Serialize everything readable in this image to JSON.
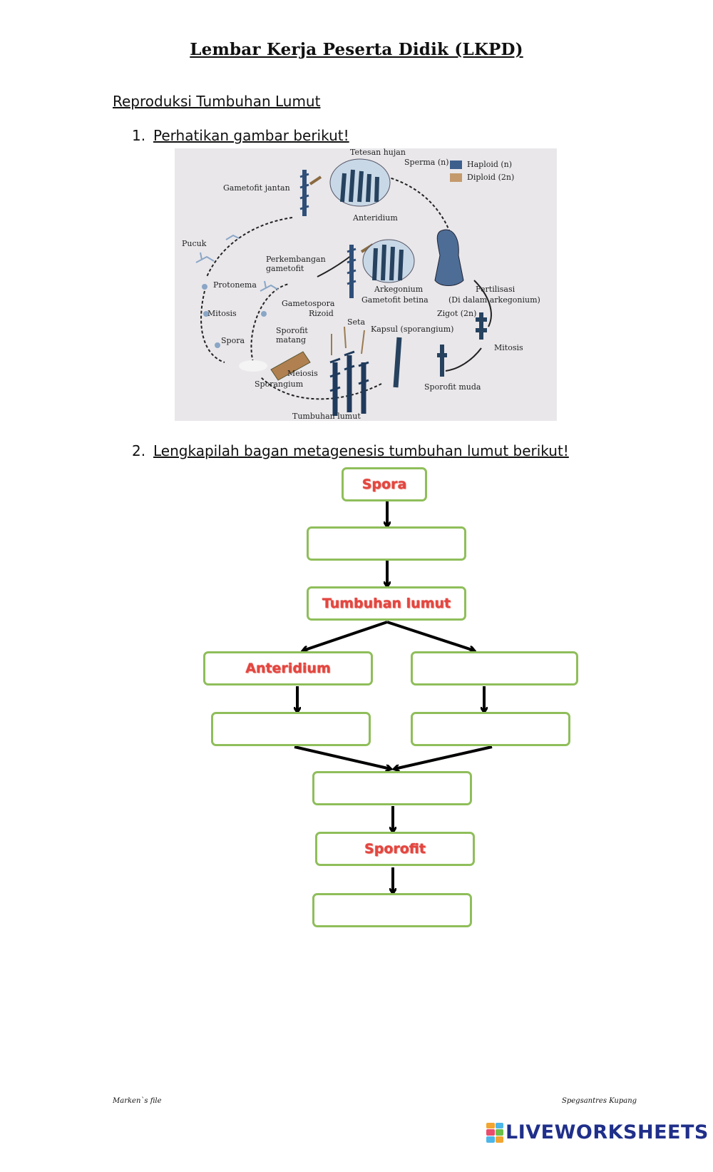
{
  "header": {
    "title": "Lembar Kerja Peserta Didik (LKPD)",
    "subtitle": "Reproduksi Tumbuhan Lumut"
  },
  "questions": [
    {
      "number": "1.",
      "text": "Perhatikan gambar berikut!"
    },
    {
      "number": "2.",
      "text": "Lengkapilah bagan metagenesis tumbuhan lumut berikut!"
    }
  ],
  "figure": {
    "labels": {
      "tetesan_hujan": "Tetesan hujan",
      "sperma": "Sperma (n)",
      "haploid": "Haploid (n)",
      "diploid": "Diploid (2n)",
      "gametofit_jantan": "Gametofit jantan",
      "anteridium": "Anteridium",
      "pucuk": "Pucuk",
      "perkembangan": "Perkembangan",
      "gametofit": "gametofit",
      "protonema": "Protonema",
      "arkegonium": "Arkegonium",
      "gametofit_betina": "Gametofit betina",
      "fertilisasi": "Fertilisasi",
      "di_dalam": "(Di dalam arkegonium)",
      "gametospora": "Gametospora",
      "rizoid": "Rizoid",
      "mitosis_left": "Mitosis",
      "seta": "Seta",
      "zigot": "Zigot (2n)",
      "sporofit_matang_1": "Sporofit",
      "sporofit_matang_2": "matang",
      "kapsul": "Kapsul (sporangium)",
      "spora": "Spora",
      "mitosis_right": "Mitosis",
      "meiosis": "Meiosis",
      "sporangium": "Sporangium",
      "sporofit_muda": "Sporofit muda",
      "tumbuhan_lumut": "Tumbuhan lumut"
    },
    "colors": {
      "haploid": "#3d5f8c",
      "diploid": "#c49a6c"
    }
  },
  "flowchart": {
    "boxes": [
      {
        "id": "spora",
        "label": "Spora"
      },
      {
        "id": "blank-1",
        "label": ""
      },
      {
        "id": "tumbuhan-lumut",
        "label": "Tumbuhan lumut"
      },
      {
        "id": "anteridium",
        "label": "Anteridium"
      },
      {
        "id": "blank-right-1",
        "label": ""
      },
      {
        "id": "blank-left-2",
        "label": ""
      },
      {
        "id": "blank-right-2",
        "label": ""
      },
      {
        "id": "blank-merge",
        "label": ""
      },
      {
        "id": "sporofit",
        "label": "Sporofit"
      },
      {
        "id": "blank-last",
        "label": ""
      }
    ],
    "colors": {
      "border": "#8fbe5a",
      "label": "#e4463f"
    }
  },
  "footer": {
    "left": "Marken`s file",
    "right": "Spegsantres Kupang",
    "brand": "LIVEWORKSHEETS"
  }
}
